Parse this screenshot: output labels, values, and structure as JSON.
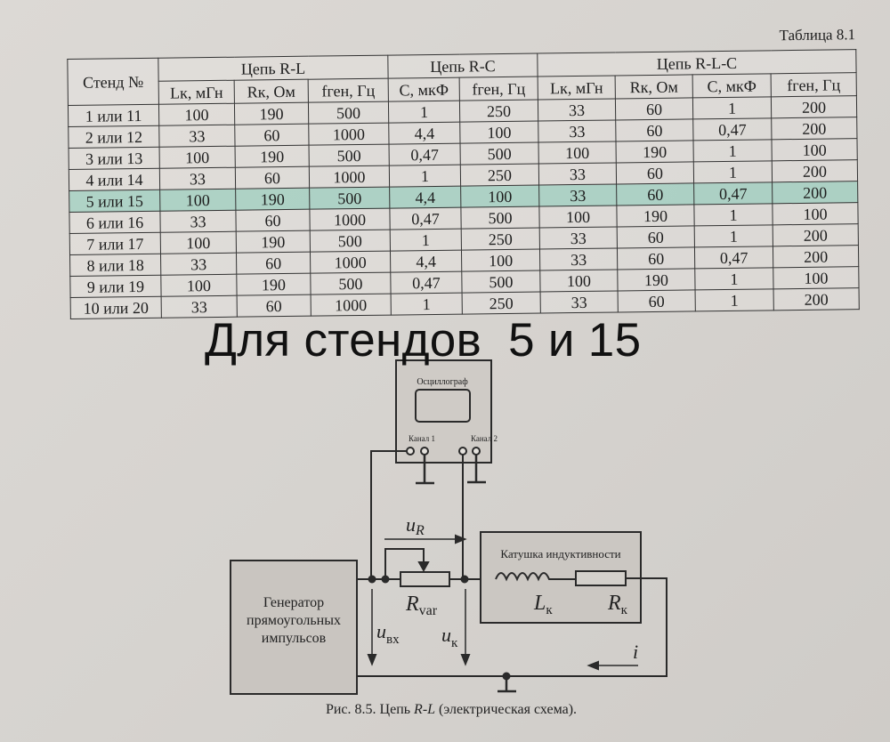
{
  "table": {
    "title": "Таблица 8.1",
    "header": {
      "stand": "Стенд №",
      "groups": [
        "Цепь R-L",
        "Цепь R-C",
        "Цепь R-L-C"
      ],
      "columns": {
        "rl": [
          "Lк, мГн",
          "Rк, Ом",
          "fген, Гц"
        ],
        "rc": [
          "С, мкФ",
          "fген, Гц"
        ],
        "rlc": [
          "Lк, мГн",
          "Rк, Ом",
          "С, мкФ",
          "fген, Гц"
        ]
      }
    },
    "rows": [
      [
        "1 или 11",
        "100",
        "190",
        "500",
        "1",
        "250",
        "33",
        "60",
        "1",
        "200"
      ],
      [
        "2 или 12",
        "33",
        "60",
        "1000",
        "4,4",
        "100",
        "33",
        "60",
        "0,47",
        "200"
      ],
      [
        "3 или 13",
        "100",
        "190",
        "500",
        "0,47",
        "500",
        "100",
        "190",
        "1",
        "100"
      ],
      [
        "4 или 14",
        "33",
        "60",
        "1000",
        "1",
        "250",
        "33",
        "60",
        "1",
        "200"
      ],
      [
        "5 или 15",
        "100",
        "190",
        "500",
        "4,4",
        "100",
        "33",
        "60",
        "0,47",
        "200"
      ],
      [
        "6 или 16",
        "33",
        "60",
        "1000",
        "0,47",
        "500",
        "100",
        "190",
        "1",
        "100"
      ],
      [
        "7 или 17",
        "100",
        "190",
        "500",
        "1",
        "250",
        "33",
        "60",
        "1",
        "200"
      ],
      [
        "8 или 18",
        "33",
        "60",
        "1000",
        "4,4",
        "100",
        "33",
        "60",
        "0,47",
        "200"
      ],
      [
        "9 или 19",
        "100",
        "190",
        "500",
        "0,47",
        "500",
        "100",
        "190",
        "1",
        "100"
      ],
      [
        "10 или 20",
        "33",
        "60",
        "1000",
        "1",
        "250",
        "33",
        "60",
        "1",
        "200"
      ]
    ],
    "highlighted_row": "5 или 15",
    "highlight_color": "#46bea0"
  },
  "overlay_text": "Для стендов  5 и 15",
  "schematic": {
    "oscilloscope": "Осциллограф",
    "channel1": "Канал 1",
    "channel2": "Канал 2",
    "generator": [
      "Генератор",
      "прямоугольных",
      "импульсов"
    ],
    "coil": "Катушка индуктивности",
    "u_R": {
      "main": "u",
      "sub": "R"
    },
    "R_var": {
      "main": "R",
      "sub": "var"
    },
    "u_in": {
      "main": "u",
      "sub": "вх"
    },
    "u_k": {
      "main": "u",
      "sub": "к"
    },
    "L_k": {
      "main": "L",
      "sub": "к"
    },
    "R_k": {
      "main": "R",
      "sub": "к"
    },
    "current": "i",
    "caption_prefix": "Рис. 8.5. Цепь ",
    "caption_italic": "R-L",
    "caption_suffix": " (электрическая схема)."
  }
}
